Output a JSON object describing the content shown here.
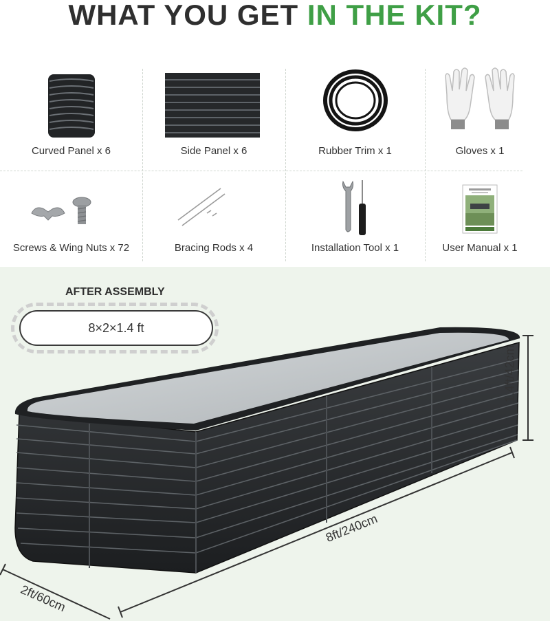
{
  "title": {
    "part1": "WHAT YOU GET ",
    "part2": "IN THE KIT?"
  },
  "colors": {
    "accent": "#3f9f46",
    "panel": "#2a2c2e",
    "liner": "#c9cdcf",
    "background_band": "#eef4ec"
  },
  "kit_items": [
    {
      "label": "Curved Panel x 6",
      "icon": "curved-panel-icon"
    },
    {
      "label": "Side Panel x 6",
      "icon": "side-panel-icon"
    },
    {
      "label": "Rubber Trim x 1",
      "icon": "rubber-trim-icon"
    },
    {
      "label": "Gloves x 1",
      "icon": "gloves-icon"
    },
    {
      "label": "Screws & Wing Nuts x 72",
      "icon": "screws-icon"
    },
    {
      "label": "Bracing Rods x 4",
      "icon": "bracing-rods-icon"
    },
    {
      "label": "Installation Tool x 1",
      "icon": "installation-tool-icon"
    },
    {
      "label": "User Manual x 1",
      "icon": "user-manual-icon"
    }
  ],
  "assembly": {
    "heading": "AFTER ASSEMBLY",
    "size": "8×2×1.4 ft",
    "height": "1.4ft/42cm",
    "length": "8ft/240cm",
    "width": "2ft/60cm"
  }
}
